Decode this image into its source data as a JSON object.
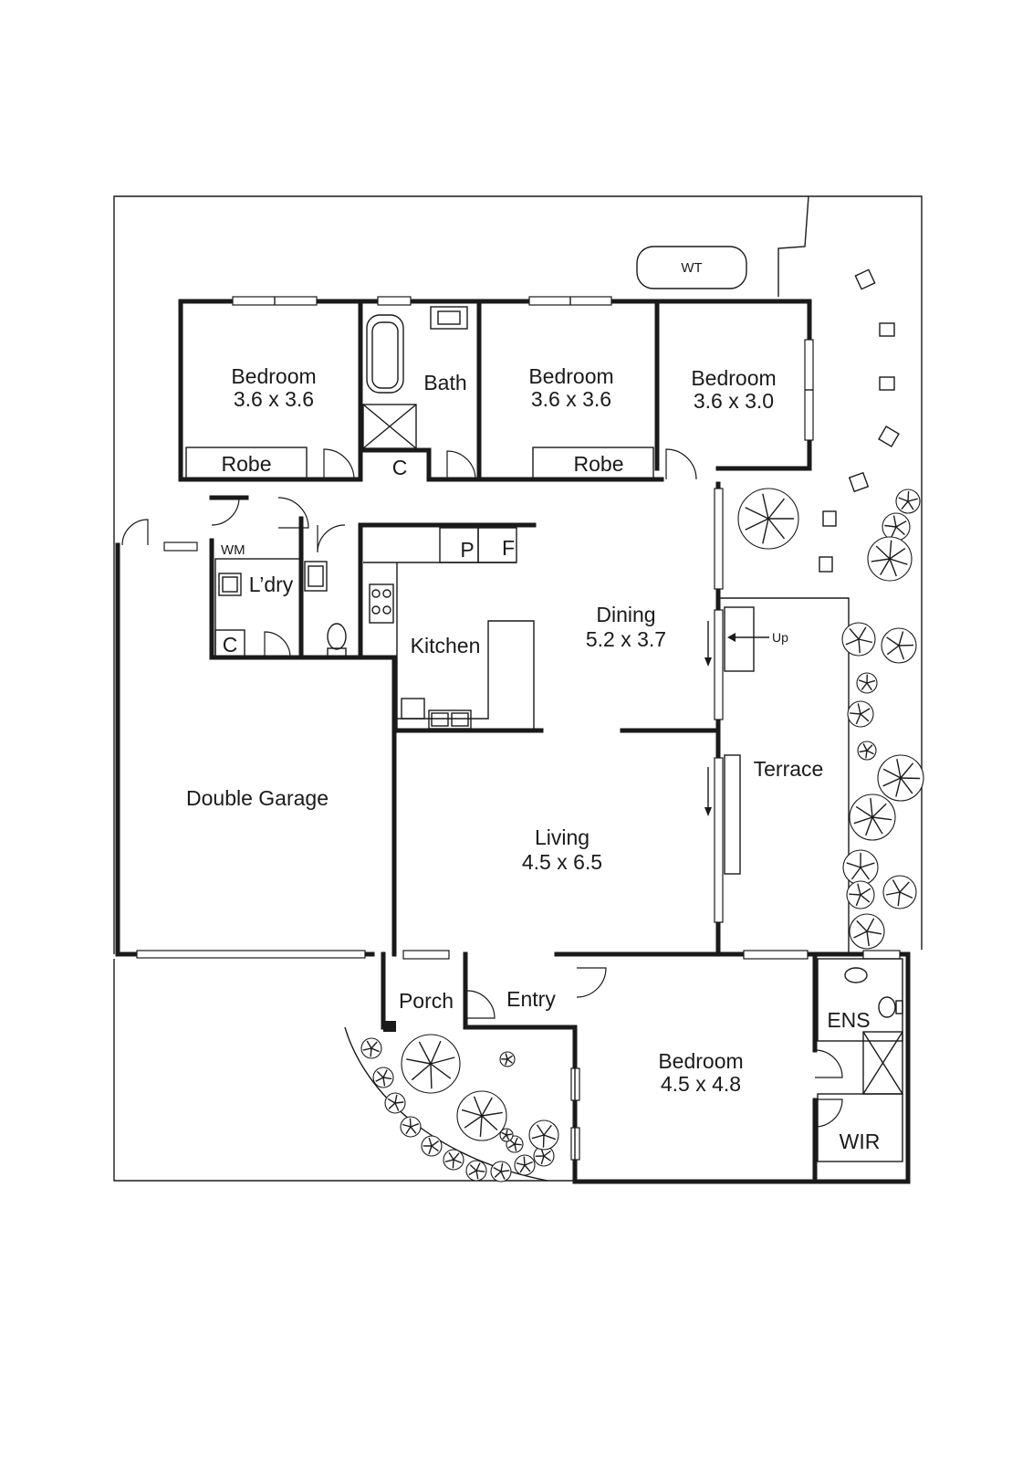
{
  "rooms": {
    "bedroom_1": {
      "name": "Bedroom",
      "size": "3.6 x 3.6"
    },
    "bath": {
      "name": "Bath"
    },
    "bedroom_2": {
      "name": "Bedroom",
      "size": "3.6 x 3.6"
    },
    "bedroom_3": {
      "name": "Bedroom",
      "size": "3.6 x 3.0"
    },
    "robe_1": {
      "name": "Robe"
    },
    "robe_2": {
      "name": "Robe"
    },
    "bath_cupboard": {
      "name": "C"
    },
    "water_tank": {
      "name": "WT"
    },
    "washing_machine": {
      "name": "WM"
    },
    "laundry": {
      "name": "L’dry"
    },
    "laundry_cupboard": {
      "name": "C"
    },
    "pantry": {
      "name": "P"
    },
    "fridge": {
      "name": "F"
    },
    "kitchen": {
      "name": "Kitchen"
    },
    "dining": {
      "name": "Dining",
      "size": "5.2 x 3.7"
    },
    "step_up": {
      "name": "Up"
    },
    "terrace": {
      "name": "Terrace"
    },
    "garage": {
      "name": "Double Garage"
    },
    "living": {
      "name": "Living",
      "size": "4.5 x 6.5"
    },
    "porch": {
      "name": "Porch"
    },
    "entry": {
      "name": "Entry"
    },
    "master": {
      "name": "Bedroom",
      "size": "4.5 x 4.8"
    },
    "ensuite": {
      "name": "ENS"
    },
    "wir": {
      "name": "WIR"
    }
  }
}
